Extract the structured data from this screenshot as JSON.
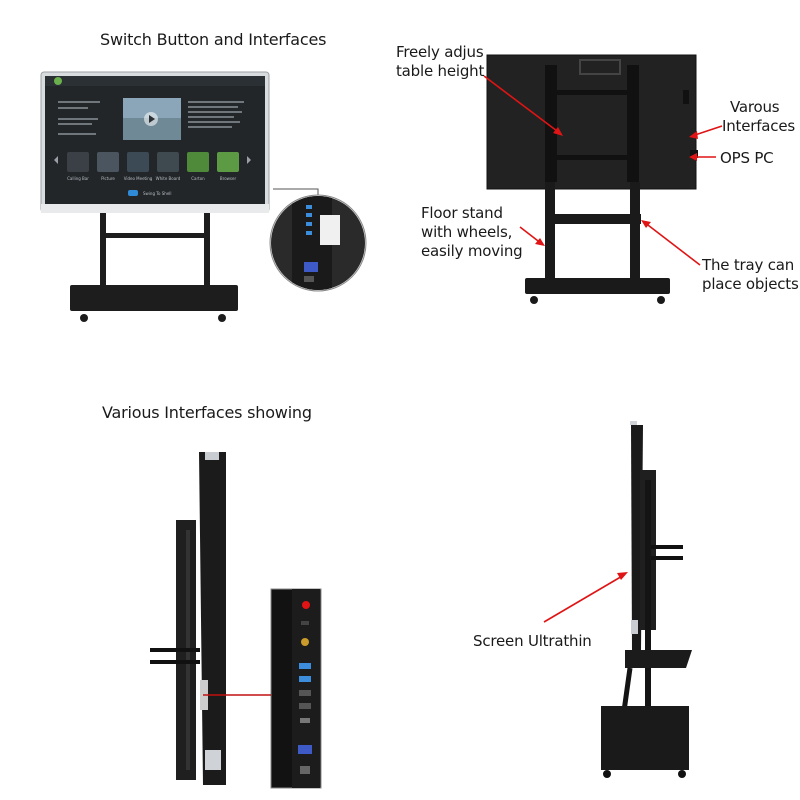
{
  "captions": {
    "switch_button": "Switch Button and Interfaces",
    "freely_adjustable_1": "Freely adjus",
    "freely_adjustable_2": "table height",
    "various_interfaces_1": "Varous",
    "various_interfaces_2": "Interfaces",
    "ops_pc": "OPS PC",
    "floor_stand_1": "Floor stand",
    "floor_stand_2": "with wheels,",
    "floor_stand_3": "easily moving",
    "tray_1": "The tray can",
    "tray_2": "place objects",
    "interfaces_showing": "Various Interfaces showing",
    "screen_ultrathin": "Screen Ultrathin"
  },
  "screen_ui": {
    "apps": [
      "Calling Bar",
      "Picture",
      "Video Meeting",
      "White Board",
      "Carton",
      "Browser"
    ],
    "bottom_button": "Swing To Shell"
  },
  "colors": {
    "arrow": "#e01414",
    "frame": "#1a1a1a",
    "bezel": "#cfd2d6",
    "screen_bg": "#1f2326",
    "app_green": "#6ab04c"
  }
}
